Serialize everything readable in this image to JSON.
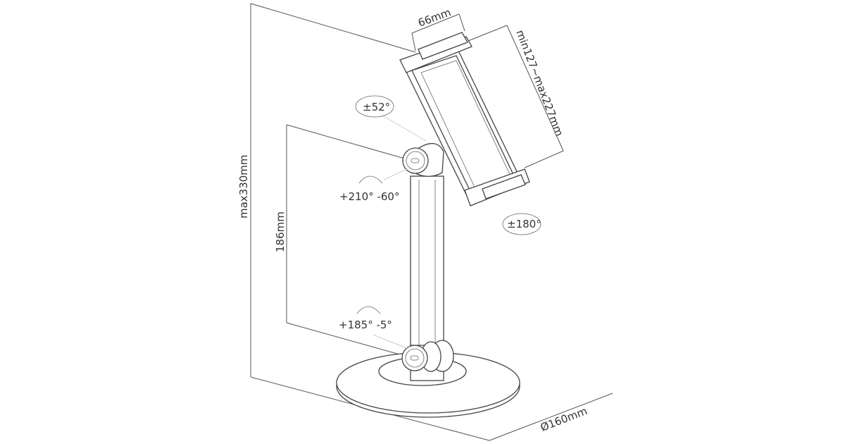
{
  "diagram": {
    "dimensions": {
      "max_height": "max330mm",
      "arm_height": "186mm",
      "holder_width": "66mm",
      "holder_range": "min127~max227mm",
      "base_diameter": "Ø160mm"
    },
    "rotations": {
      "tilt": "±52°",
      "top_joint": "+210° -60°",
      "rotate": "±180°",
      "bottom_joint": "+185° -5°"
    }
  }
}
